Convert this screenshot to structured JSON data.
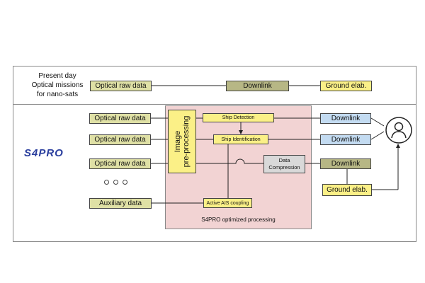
{
  "present_day": {
    "title_line1": "Present day",
    "title_line2": "Optical missions",
    "title_line3": "for nano-sats",
    "optical_raw": "Optical raw data",
    "downlink": "Downlink",
    "ground": "Ground elab."
  },
  "s4pro": {
    "logo": "S4PRO",
    "inputs": [
      "Optical raw data",
      "Optical raw data",
      "Optical raw data"
    ],
    "auxiliary": "Auxiliary data",
    "image_preproc_line1": "Image",
    "image_preproc_line2": "pre-processing",
    "ship_detection": "Ship Detection",
    "ship_identification": "Ship Identification",
    "data_compression_line1": "Data",
    "data_compression_line2": "Compression",
    "ais_coupling": "Active AIS coupling",
    "optimized_label": "S4PRO optimized processing",
    "downlinks": [
      "Downlink",
      "Downlink",
      "Downlink"
    ],
    "ground": "Ground elab."
  },
  "colors": {
    "olive": "#dfe0a5",
    "olive_dark": "#b7b785",
    "blue": "#c3dbf1",
    "yellow": "#fbf087",
    "pink": "#f2d3d3",
    "gray": "#d9d9d9",
    "logo": "#2b3f9e"
  },
  "icons": {
    "user": "user-icon"
  }
}
